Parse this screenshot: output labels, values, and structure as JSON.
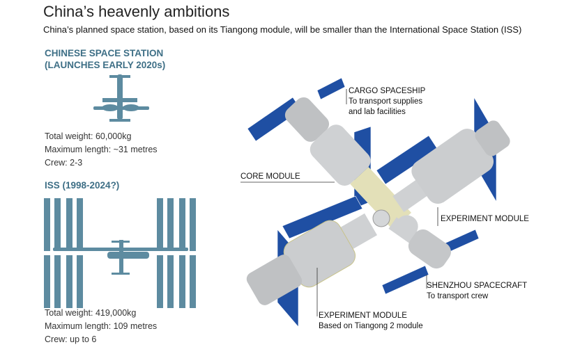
{
  "header": {
    "title": "China’s heavenly ambitions",
    "subtitle": "China’s planned space station, based on its Tiangong module, will be smaller than the International Space Station (ISS)"
  },
  "css": {
    "heading_lines": [
      "CHINESE SPACE STATION",
      "(LAUNCHES EARLY 2020s)"
    ],
    "stats": [
      "Total weight: 60,000kg",
      "Maximum length: ~31 metres",
      "Crew: 2-3"
    ]
  },
  "iss": {
    "heading": "ISS (1998-2024?)",
    "stats": [
      "Total weight: 419,000kg",
      "Maximum length: 109 metres",
      "Crew: up to 6"
    ]
  },
  "labels": {
    "cargo": {
      "title": "CARGO SPACESHIP",
      "lines": [
        "To transport supplies",
        "and lab facilities"
      ]
    },
    "core": {
      "title": "CORE MODULE"
    },
    "exp_right": {
      "title": "EXPERIMENT MODULE"
    },
    "shenzhou": {
      "title": "SHENZHOU SPACECRAFT",
      "lines": [
        "To transport crew"
      ]
    },
    "exp_bottom": {
      "title": "EXPERIMENT MODULE",
      "lines": [
        "Based on Tiangong 2 module"
      ]
    }
  },
  "colors": {
    "icon": "#5d8ba0",
    "heading": "#3e6f86",
    "panel": "#1f4fa3",
    "module": "#c9cbcd",
    "core": "#e3e0b8"
  }
}
